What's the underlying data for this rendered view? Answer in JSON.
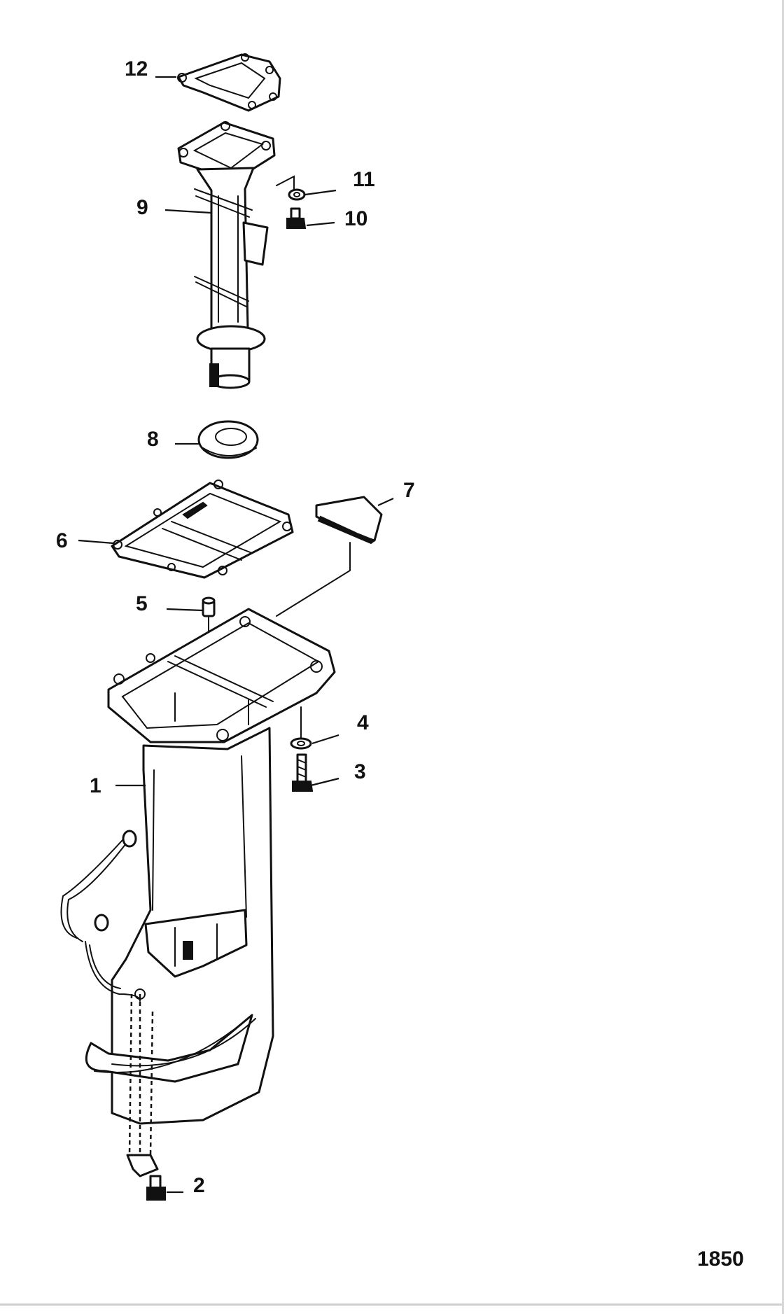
{
  "callouts": [
    {
      "id": "1",
      "label": "1"
    },
    {
      "id": "2",
      "label": "2"
    },
    {
      "id": "3",
      "label": "3"
    },
    {
      "id": "4",
      "label": "4"
    },
    {
      "id": "5",
      "label": "5"
    },
    {
      "id": "6",
      "label": "6"
    },
    {
      "id": "7",
      "label": "7"
    },
    {
      "id": "8",
      "label": "8"
    },
    {
      "id": "9",
      "label": "9"
    },
    {
      "id": "10",
      "label": "10"
    },
    {
      "id": "11",
      "label": "11"
    },
    {
      "id": "12",
      "label": "12"
    }
  ],
  "figure_number": "1850"
}
